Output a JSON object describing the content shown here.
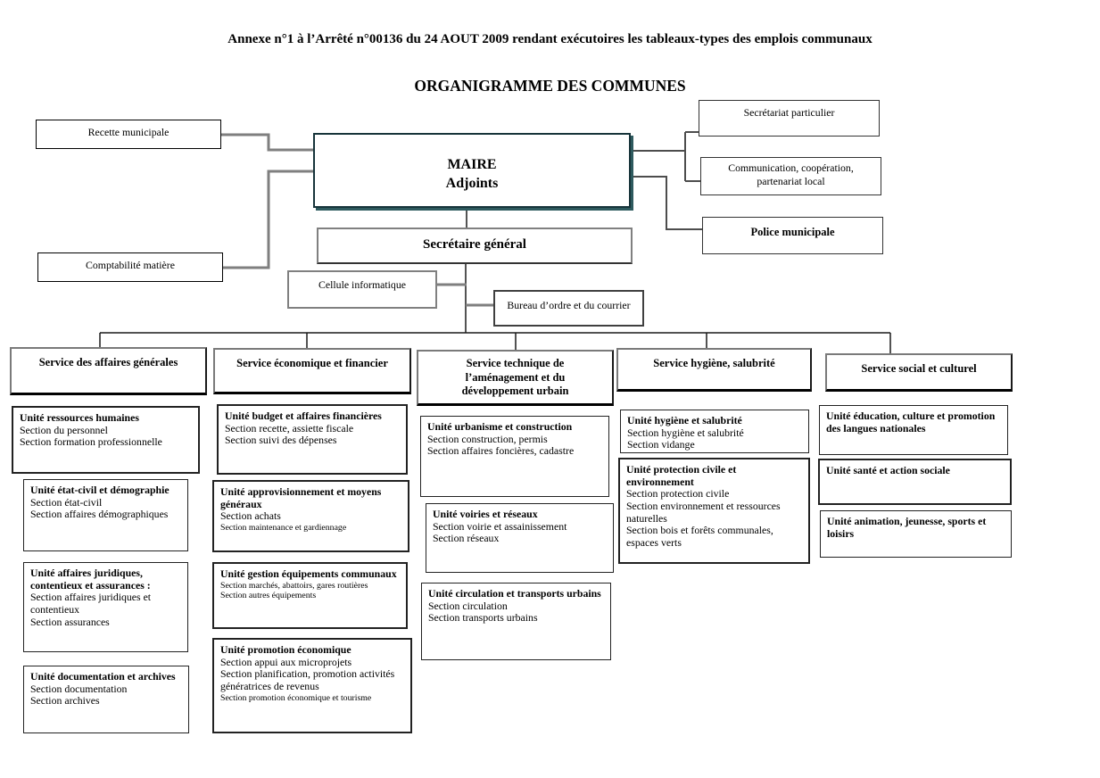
{
  "header": {
    "title": "Annexe n°1 à l’Arrêté n°00136 du 24 AOUT 2009 rendant exécutoires les tableaux-types des emplois communaux",
    "subtitle": "ORGANIGRAMME DES COMMUNES"
  },
  "colors": {
    "maire_shadow": "#2e5a5e",
    "line_gray": "#7f7f7f",
    "line_black": "#1a1a1a"
  },
  "top": {
    "recette": "Recette municipale",
    "comptabilite": "Comptabilité matière",
    "maire_line1": "MAIRE",
    "maire_line2": "Adjoints",
    "secretariat": "Secrétariat particulier",
    "communication_line1": "Communication, coopération,",
    "communication_line2": "partenariat local",
    "police": "Police municipale",
    "secretaire_general": "Secrétaire général",
    "cellule": "Cellule informatique",
    "bureau": "Bureau d’ordre et du courrier"
  },
  "services": [
    "Service des affaires générales",
    "Service économique et financier",
    "Service technique de l’aménagement et du développement urbain",
    "Service hygiène, salubrité",
    "Service social et culturel"
  ],
  "units": {
    "col1": [
      {
        "title": "Unité ressources humaines",
        "sections": [
          "Section du personnel",
          "Section formation professionnelle"
        ]
      },
      {
        "title": "Unité état-civil et démographie",
        "sections": [
          "Section état-civil",
          "Section affaires démographiques"
        ]
      },
      {
        "title": "Unité affaires juridiques, contentieux et assurances :",
        "sections": [
          "Section affaires juridiques et contentieux",
          "Section assurances"
        ]
      },
      {
        "title": "Unité documentation et archives",
        "sections": [
          "Section documentation",
          "Section archives"
        ]
      }
    ],
    "col2": [
      {
        "title": "Unité budget et affaires financières",
        "sections": [
          "Section recette, assiette fiscale",
          "Section suivi des dépenses"
        ]
      },
      {
        "title": "Unité approvisionnement et moyens généraux",
        "sections": [
          "Section achats"
        ],
        "small_sections": [
          "Section maintenance et gardiennage"
        ]
      },
      {
        "title": "Unité gestion équipements communaux",
        "small_sections": [
          "Section marchés, abattoirs, gares routières",
          "Section autres équipements"
        ]
      },
      {
        "title": "Unité promotion économique",
        "sections": [
          "Section appui aux microprojets",
          "Section planification, promotion activités génératrices de revenus"
        ],
        "small_sections": [
          "Section promotion économique et tourisme"
        ]
      }
    ],
    "col3": [
      {
        "title": "Unité urbanisme et construction",
        "sections": [
          "Section construction, permis",
          "Section affaires foncières, cadastre"
        ]
      },
      {
        "title": "Unité voiries et réseaux",
        "sections": [
          "Section voirie et assainissement",
          "Section réseaux"
        ]
      },
      {
        "title": "Unité circulation et transports urbains",
        "sections": [
          "Section circulation",
          "Section transports urbains"
        ]
      }
    ],
    "col4": [
      {
        "title": "Unité hygiène et salubrité",
        "sections": [
          "Section hygiène et salubrité",
          "Section vidange"
        ]
      },
      {
        "title": "Unité protection civile et environnement",
        "sections": [
          "Section protection civile",
          "Section environnement et ressources naturelles",
          "Section bois et forêts communales, espaces verts"
        ]
      }
    ],
    "col5": [
      {
        "title": "Unité éducation, culture et promotion des langues nationales",
        "sections": []
      },
      {
        "title": "Unité santé et action sociale",
        "sections": []
      },
      {
        "title": "Unité animation, jeunesse, sports et loisirs",
        "sections": []
      }
    ]
  }
}
